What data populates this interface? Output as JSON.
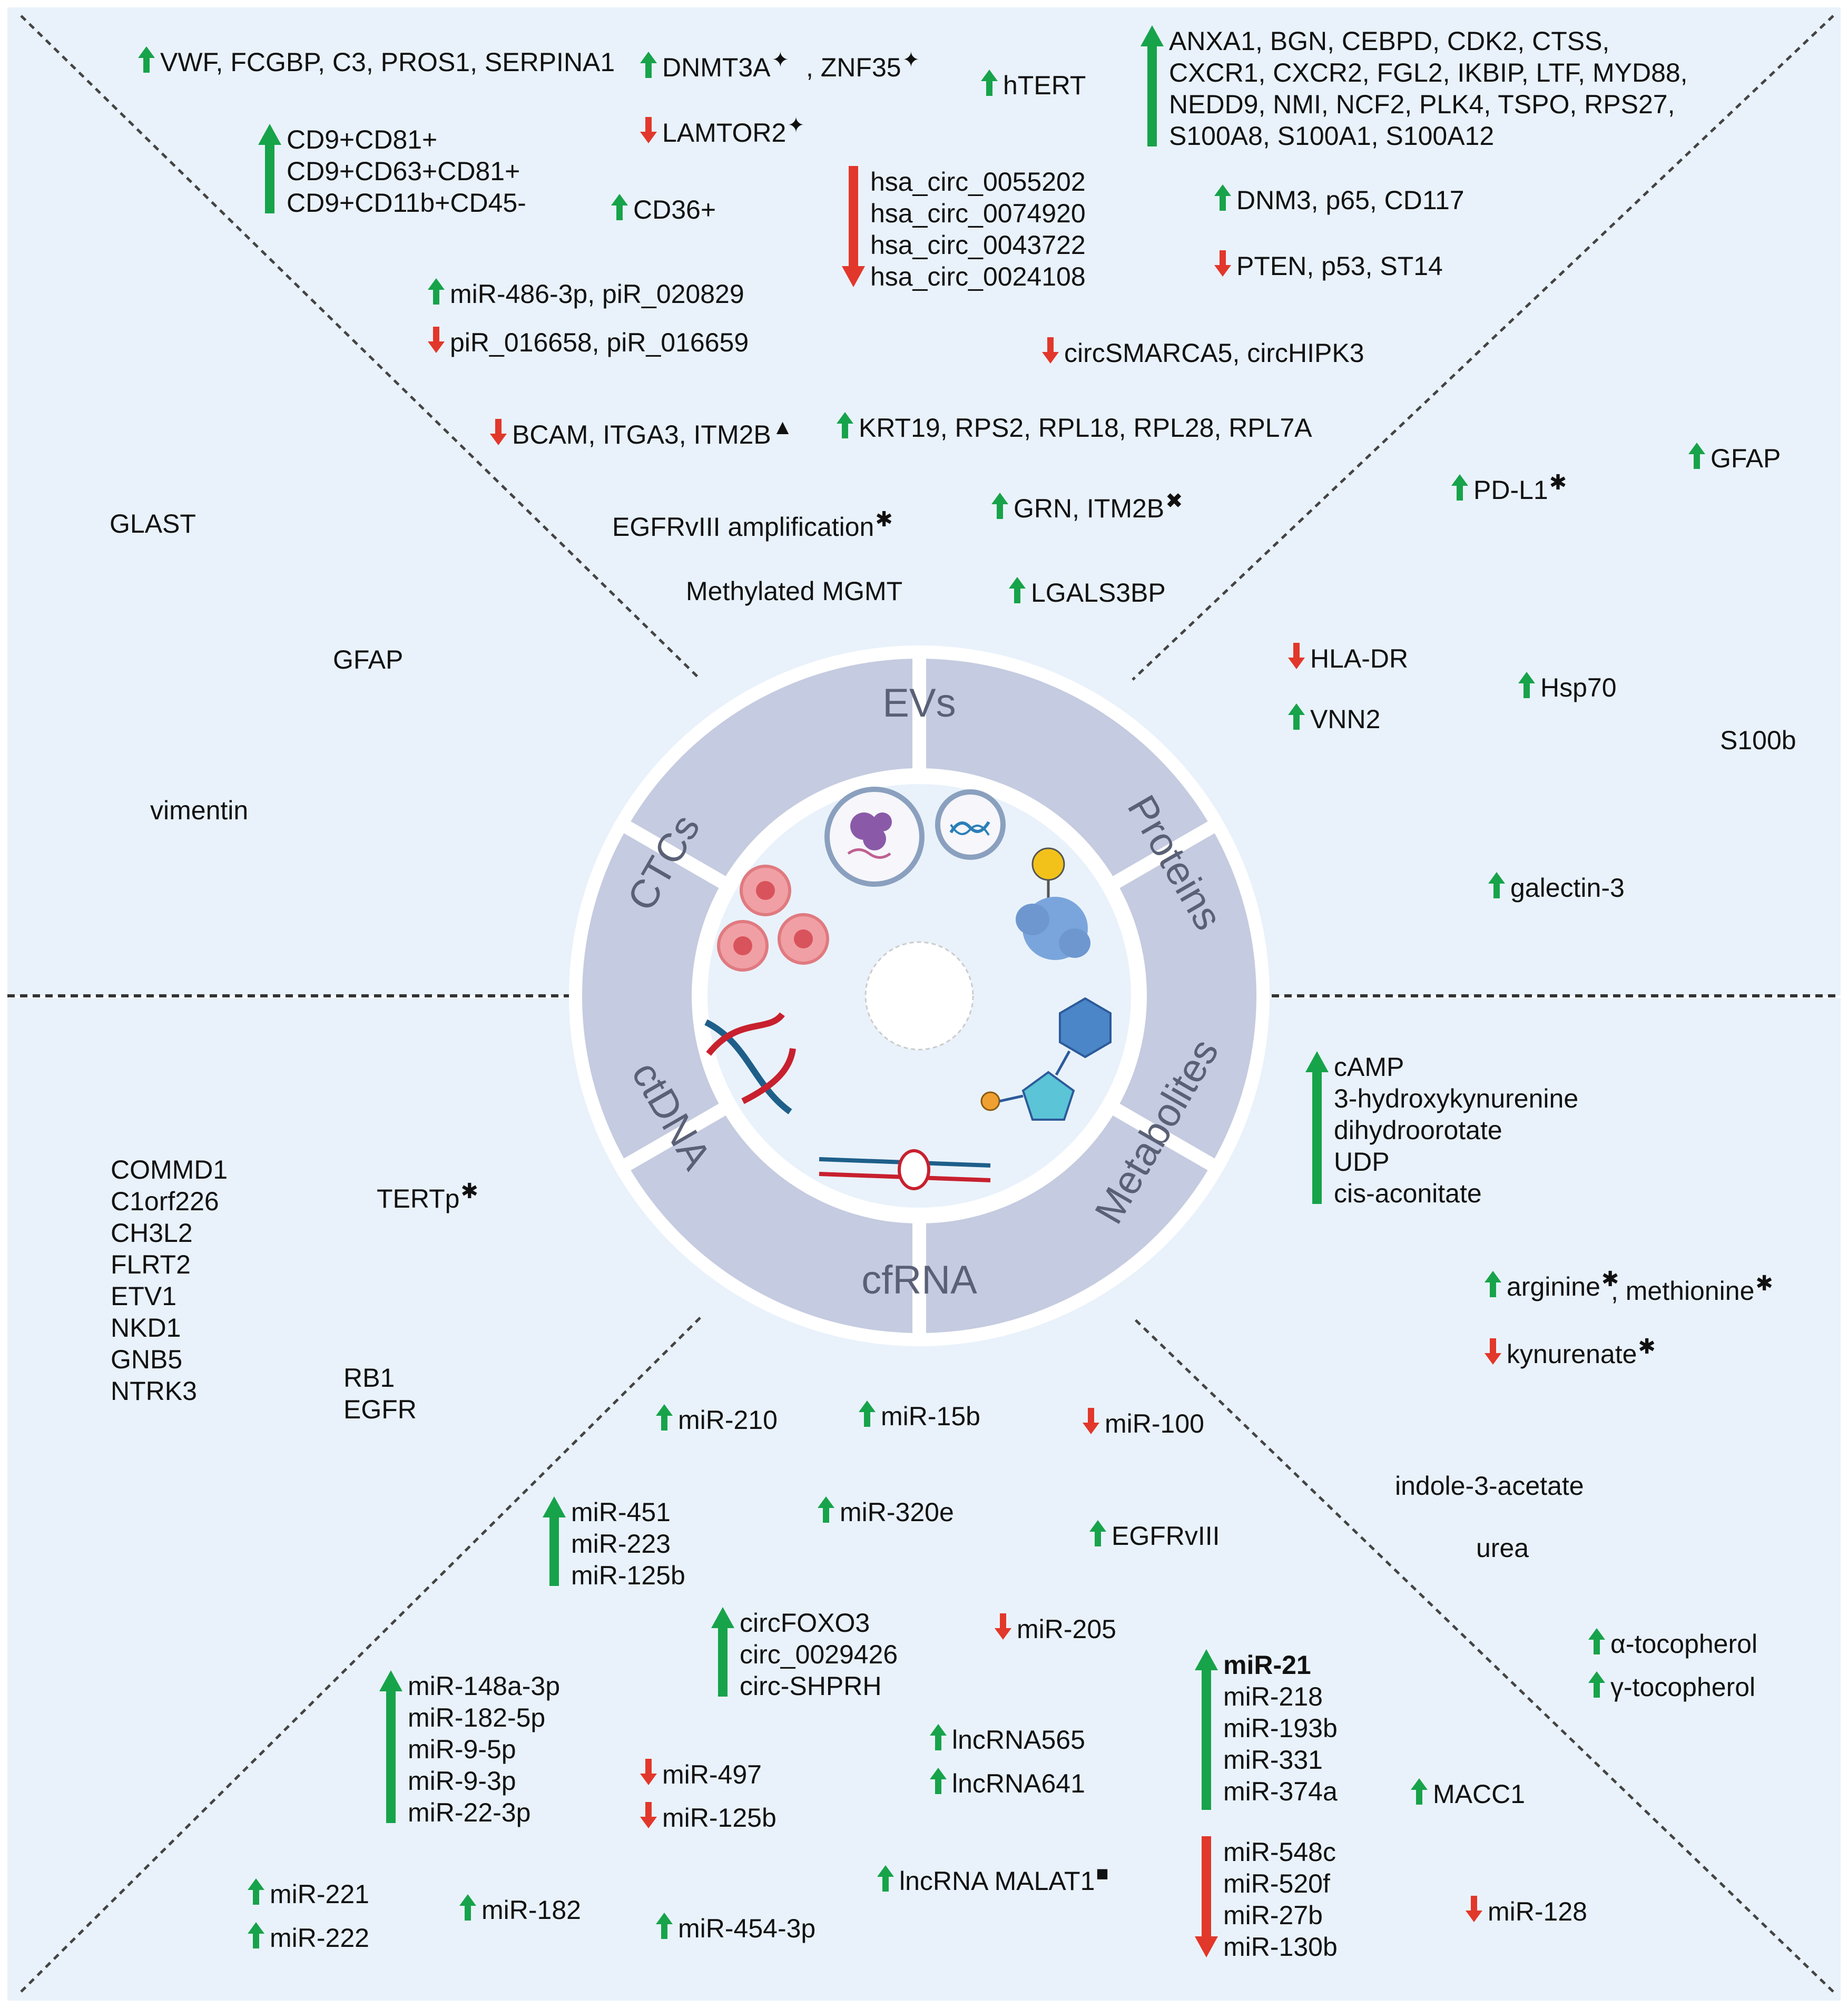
{
  "colors": {
    "up": "#17a34a",
    "down": "#e2372b",
    "panel": "#e9f2fb",
    "ring": "#c5cbe0",
    "ring_text": "#5a6075"
  },
  "center": {
    "segments": [
      "EVs",
      "Proteins",
      "Metabolites",
      "cfRNA",
      "ctDNA",
      "CTCs"
    ]
  },
  "labels": {
    "vwf": {
      "text": "VWF, FCGBP, C3, PROS1, SERPINA1",
      "dir": "up"
    },
    "dnmt3a": {
      "text": "DNMT3A",
      "dir": "up",
      "sym": "✦"
    },
    "znf35": {
      "text": ",  ZNF35",
      "dir": "",
      "sym": "✦"
    },
    "htert": {
      "text": "hTERT",
      "dir": "up"
    },
    "anxa1": {
      "text": "ANXA1, BGN, CEBPD, CDK2, CTSS,\nCXCR1, CXCR2, FGL2, IKBIP, LTF, MYD88,\nNEDD9, NMI, NCF2, PLK4, TSPO, RPS27,\nS100A8, S100A1, S100A12",
      "dir": "up"
    },
    "cd9": {
      "text": "CD9+CD81+\nCD9+CD63+CD81+\nCD9+CD11b+CD45-",
      "dir": "up"
    },
    "lamtor2": {
      "text": "LAMTOR2",
      "dir": "down",
      "sym": "✦"
    },
    "cd36": {
      "text": "CD36+",
      "dir": "up"
    },
    "hsacirc": {
      "text": "hsa_circ_0055202\nhsa_circ_0074920\nhsa_circ_0043722\nhsa_circ_0024108",
      "dir": "down"
    },
    "dnm3": {
      "text": "DNM3, p65, CD117",
      "dir": "up"
    },
    "pten": {
      "text": "PTEN, p53, ST14",
      "dir": "down"
    },
    "mir486": {
      "text": "miR-486-3p, piR_020829",
      "dir": "up"
    },
    "pir016658": {
      "text": "piR_016658, piR_016659",
      "dir": "down"
    },
    "circsmarca5": {
      "text": "circSMARCA5, circHIPK3",
      "dir": "down"
    },
    "bcam": {
      "text": "BCAM, ITGA3, ITM2B",
      "dir": "down",
      "sym": "▲"
    },
    "krt19": {
      "text": "KRT19, RPS2, RPL18, RPL28, RPL7A",
      "dir": "up"
    },
    "gfap_r": {
      "text": "GFAP",
      "dir": "up"
    },
    "pdl1": {
      "text": "PD-L1",
      "dir": "up",
      "sym": "✱"
    },
    "glast": {
      "text": "GLAST",
      "dir": ""
    },
    "egfrviii_amp": {
      "text": "EGFRvIII amplification",
      "dir": "",
      "sym": "✱"
    },
    "grn": {
      "text": "GRN, ITM2B",
      "dir": "up",
      "sym": "✖"
    },
    "mgmt": {
      "text": "Methylated MGMT",
      "dir": ""
    },
    "lgals3bp": {
      "text": "LGALS3BP",
      "dir": "up"
    },
    "gfap_l": {
      "text": "GFAP",
      "dir": ""
    },
    "hladr": {
      "text": "HLA-DR",
      "dir": "down"
    },
    "hsp70": {
      "text": "Hsp70",
      "dir": "up"
    },
    "vnn2": {
      "text": "VNN2",
      "dir": "up"
    },
    "s100b": {
      "text": "S100b",
      "dir": ""
    },
    "vimentin": {
      "text": "vimentin",
      "dir": ""
    },
    "galectin3": {
      "text": "galectin-3",
      "dir": "up"
    },
    "camp": {
      "text": "cAMP\n3-hydroxykynurenine\ndihydroorotate\nUDP\ncis-aconitate",
      "dir": "up"
    },
    "commd1": {
      "text": "COMMD1\nC1orf226\nCH3L2\nFLRT2\nETV1\nNKD1\nGNB5\nNTRK3",
      "dir": ""
    },
    "tertp": {
      "text": "TERTp",
      "dir": "",
      "sym": "✱"
    },
    "arginine": {
      "text": "arginine",
      "dir": "up",
      "sym": "✱"
    },
    "methionine": {
      "text": ", methionine",
      "dir": "",
      "sym": "✱"
    },
    "kynurenate": {
      "text": "kynurenate",
      "dir": "down",
      "sym": "✱"
    },
    "rb1": {
      "text": "RB1\nEGFR",
      "dir": ""
    },
    "mir210": {
      "text": "miR-210",
      "dir": "up"
    },
    "mir15b": {
      "text": "miR-15b",
      "dir": "up"
    },
    "mir100": {
      "text": "miR-100",
      "dir": "down"
    },
    "indole": {
      "text": "indole-3-acetate",
      "dir": ""
    },
    "mir451": {
      "text": "miR-451\nmiR-223\nmiR-125b",
      "dir": "up"
    },
    "mir320e": {
      "text": "miR-320e",
      "dir": "up"
    },
    "egfrviii": {
      "text": "EGFRvIII",
      "dir": "up"
    },
    "urea": {
      "text": "urea",
      "dir": ""
    },
    "circfoxo3": {
      "text": "circFOXO3\ncirc_0029426\ncirc-SHPRH",
      "dir": "up"
    },
    "mir205": {
      "text": "miR-205",
      "dir": "down"
    },
    "mir21": {
      "text": "miR-21",
      "dir": ""
    },
    "mir218": {
      "text": "miR-218\nmiR-193b\nmiR-331\nmiR-374a",
      "dir": ""
    },
    "atoco": {
      "text": "α-tocopherol",
      "dir": "up"
    },
    "gtoco": {
      "text": "γ-tocopherol",
      "dir": "up"
    },
    "mir148": {
      "text": "miR-148a-3p\nmiR-182-5p\nmiR-9-5p\nmiR-9-3p\nmiR-22-3p",
      "dir": "up"
    },
    "lnc565": {
      "text": "lncRNA565",
      "dir": "up"
    },
    "lnc641": {
      "text": "lncRNA641",
      "dir": "up"
    },
    "mir497": {
      "text": "miR-497",
      "dir": "down"
    },
    "mir125b_d": {
      "text": "miR-125b",
      "dir": "down"
    },
    "macc1": {
      "text": "MACC1",
      "dir": "up"
    },
    "mir548c": {
      "text": "miR-548c\nmiR-520f\nmiR-27b\nmiR-130b",
      "dir": "down"
    },
    "mir221": {
      "text": "miR-221",
      "dir": "up"
    },
    "mir222": {
      "text": "miR-222",
      "dir": "up"
    },
    "mir182": {
      "text": "miR-182",
      "dir": "up"
    },
    "mir454": {
      "text": "miR-454-3p",
      "dir": "up"
    },
    "malat1": {
      "text": "lncRNA MALAT1",
      "dir": "up",
      "sym": "■"
    },
    "mir128": {
      "text": "miR-128",
      "dir": "down"
    }
  }
}
